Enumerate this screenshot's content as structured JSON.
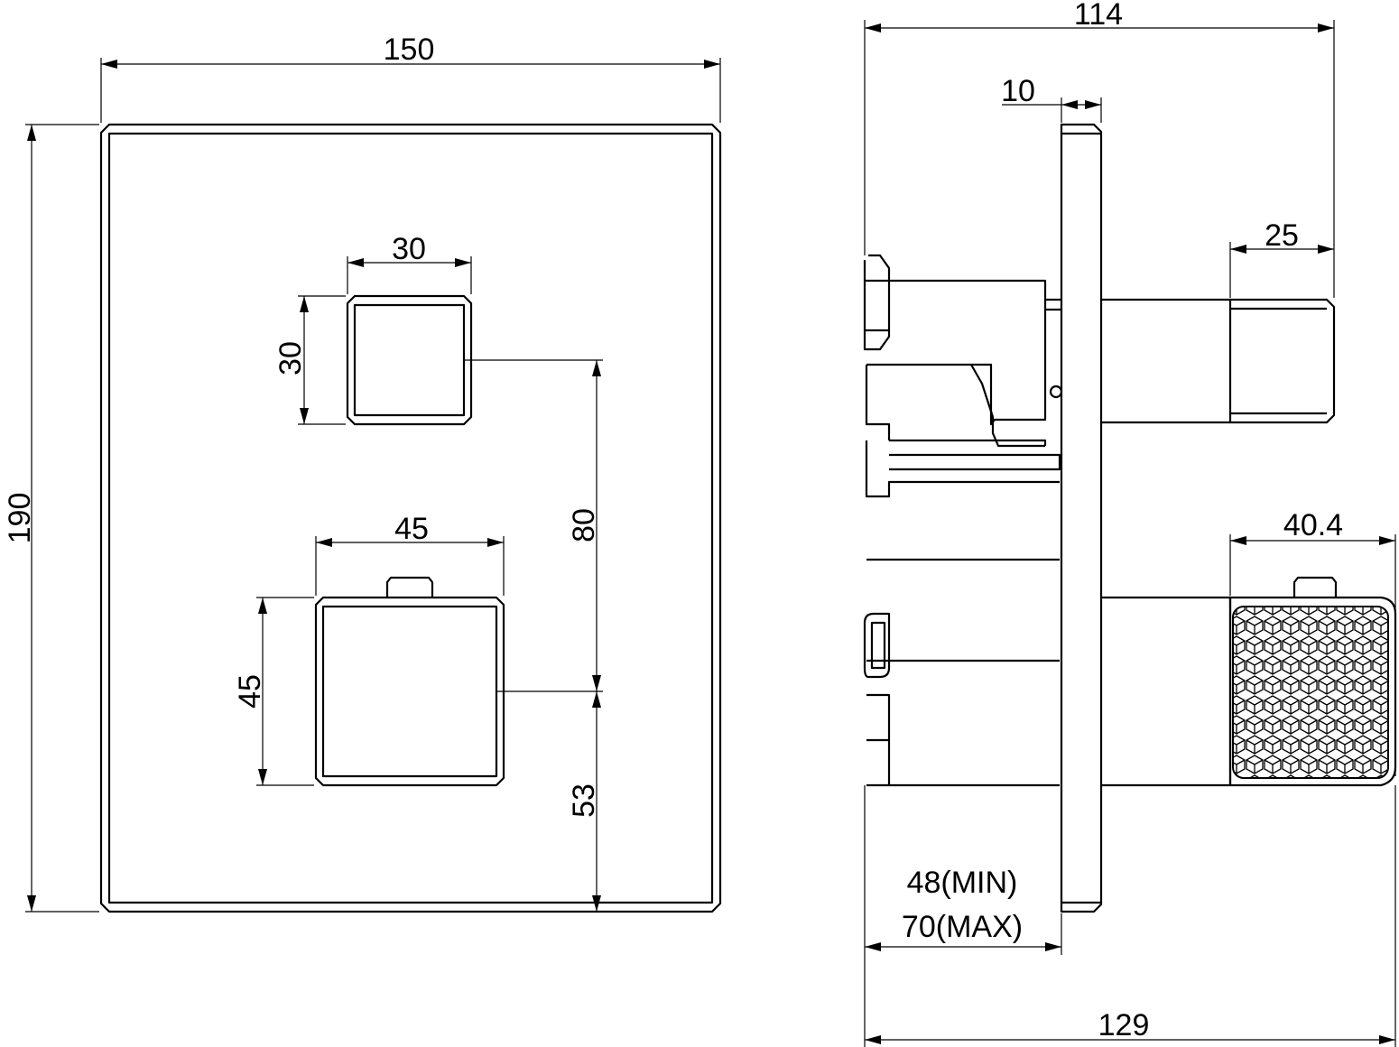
{
  "dimensions": {
    "front_width": "150",
    "front_height": "190",
    "small_knob_width": "30",
    "small_knob_height": "30",
    "large_knob_width": "45",
    "large_knob_height": "45",
    "knob_spacing": "80",
    "bottom_offset": "53",
    "side_total_depth": "114",
    "plate_thickness": "10",
    "small_knob_depth": "25",
    "large_knob_depth": "40.4",
    "body_depth_min": "48(MIN)",
    "body_depth_max": "70(MAX)",
    "overall_depth": "129"
  }
}
